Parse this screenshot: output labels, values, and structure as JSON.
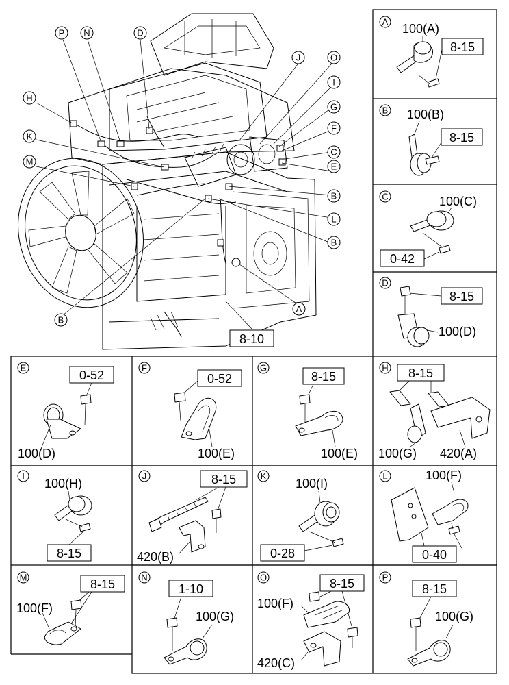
{
  "main_callouts": {
    "P": "P",
    "N": "N",
    "D": "D",
    "J": "J",
    "O": "O",
    "H": "H",
    "I": "I",
    "G": "G",
    "F": "F",
    "K": "K",
    "C": "C",
    "E": "E",
    "M": "M",
    "B1": "B",
    "L": "L",
    "B2": "B",
    "A": "A",
    "B3": "B",
    "ref": "8-10"
  },
  "panels": {
    "A": {
      "letter": "A",
      "part": "100(A)",
      "ref": "8-15"
    },
    "B": {
      "letter": "B",
      "part": "100(B)",
      "ref": "8-15"
    },
    "C": {
      "letter": "C",
      "part": "100(C)",
      "ref": "0-42"
    },
    "D": {
      "letter": "D",
      "part": "100(D)",
      "ref": "8-15"
    },
    "E": {
      "letter": "E",
      "part": "100(D)",
      "ref": "0-52"
    },
    "F": {
      "letter": "F",
      "part": "100(E)",
      "ref": "0-52"
    },
    "G": {
      "letter": "G",
      "part": "100(E)",
      "ref": "8-15"
    },
    "H": {
      "letter": "H",
      "part": "100(G)",
      "part2": "420(A)",
      "ref": "8-15"
    },
    "I": {
      "letter": "I",
      "part": "100(H)",
      "ref": "8-15"
    },
    "J": {
      "letter": "J",
      "part": "420(B)",
      "ref": "8-15"
    },
    "K": {
      "letter": "K",
      "part": "100(I)",
      "ref": "0-28"
    },
    "L": {
      "letter": "L",
      "part": "100(F)",
      "ref": "0-40"
    },
    "M": {
      "letter": "M",
      "part": "100(F)",
      "ref": "8-15"
    },
    "N": {
      "letter": "N",
      "part": "100(G)",
      "ref": "1-10"
    },
    "O": {
      "letter": "O",
      "part": "100(F)",
      "part2": "420(C)",
      "ref": "8-15"
    },
    "P": {
      "letter": "P",
      "part": "100(G)",
      "ref": "8-15"
    }
  }
}
